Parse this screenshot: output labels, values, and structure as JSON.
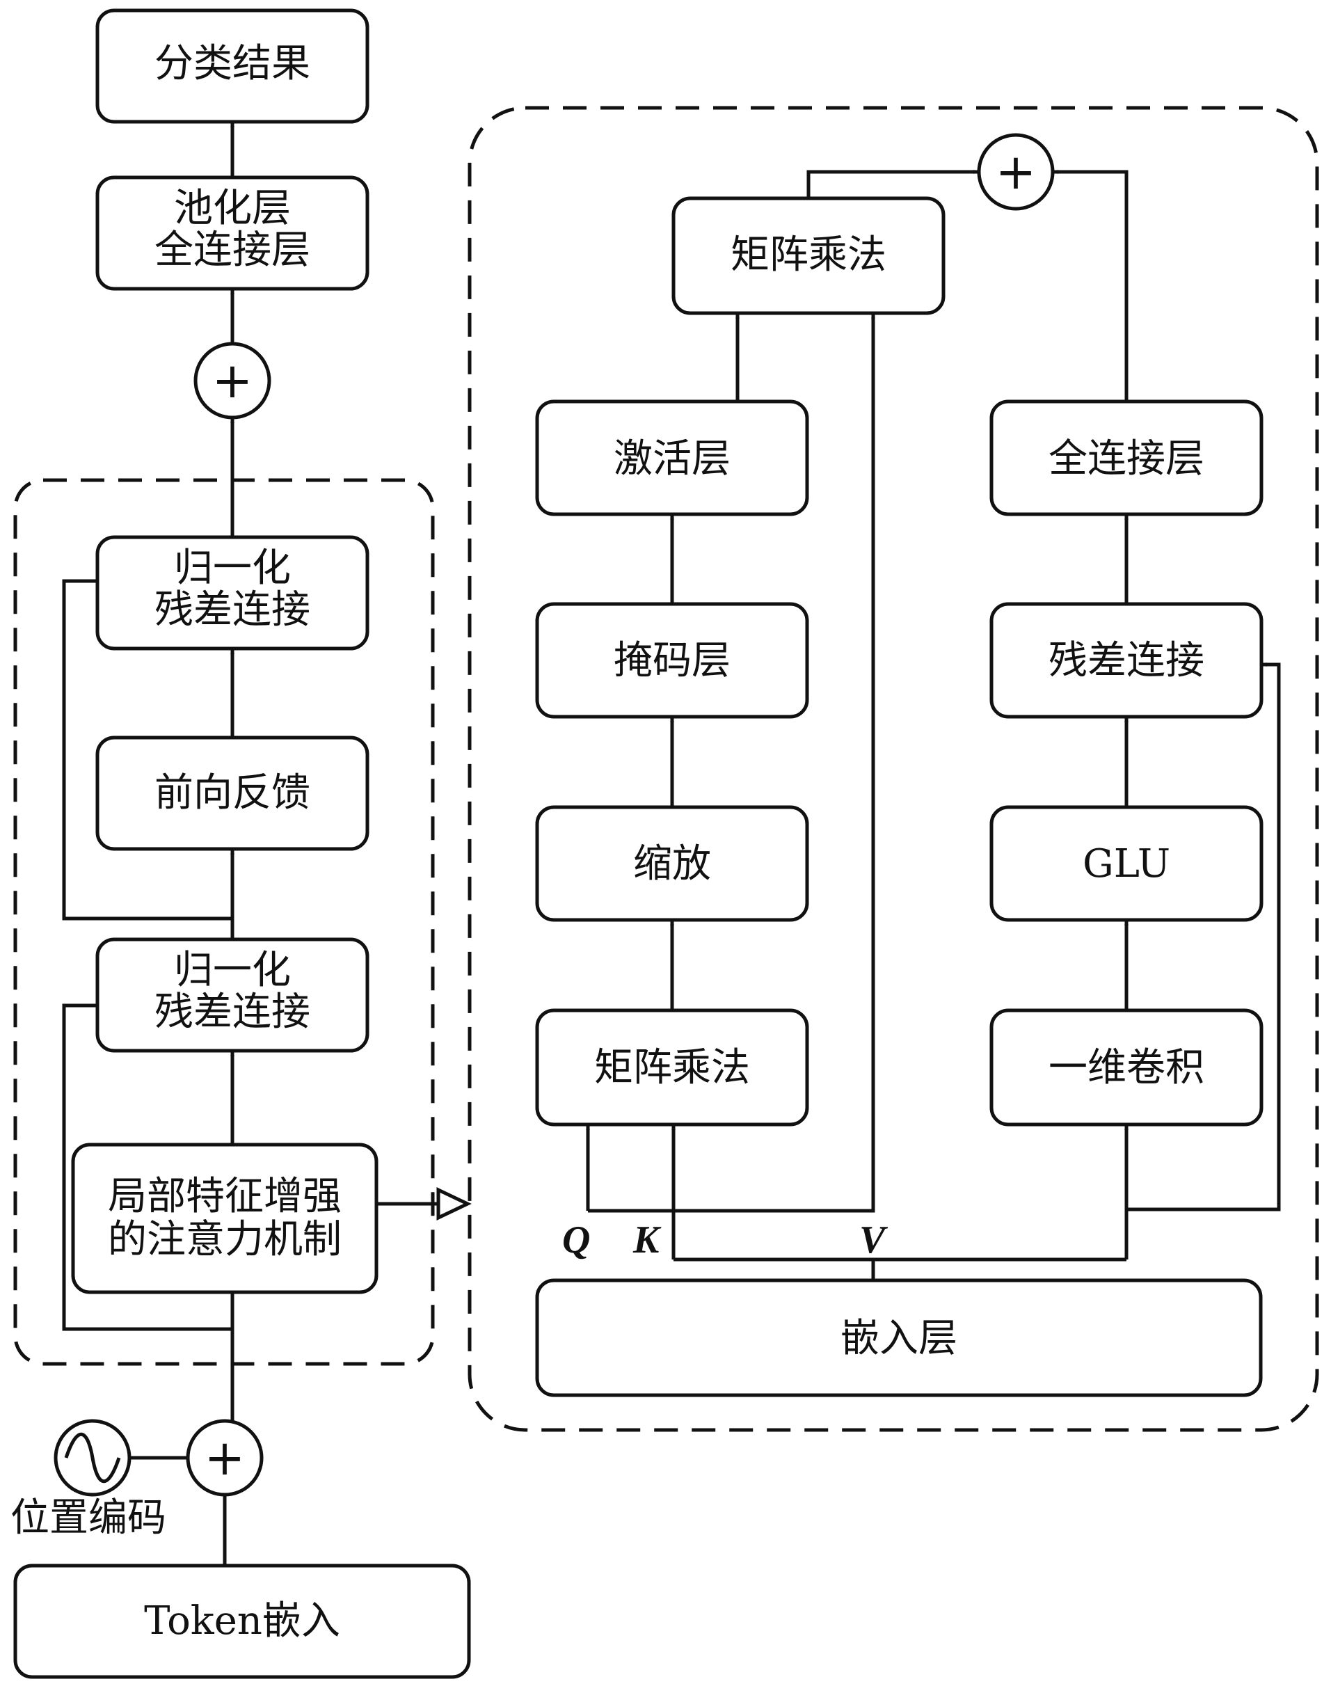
{
  "diagram": {
    "left": {
      "classification_result": "分类结果",
      "pooling_fc": [
        "池化层",
        "全连接层"
      ],
      "norm_residual_top": [
        "归一化",
        "残差连接"
      ],
      "feed_forward": "前向反馈",
      "norm_residual_bottom": [
        "归一化",
        "残差连接"
      ],
      "local_attention": [
        "局部特征增强",
        "的注意力机制"
      ],
      "positional_encoding": "位置编码",
      "token_embedding": "Token嵌入"
    },
    "right": {
      "matmul_top": "矩阵乘法",
      "activation": "激活层",
      "mask": "掩码层",
      "scale": "缩放",
      "matmul_bottom": "矩阵乘法",
      "fc": "全连接层",
      "residual": "残差连接",
      "glu": "GLU",
      "conv1d": "一维卷积",
      "embedding": "嵌入层",
      "q": "Q",
      "k": "K",
      "v": "V"
    },
    "plus_symbol": "+"
  }
}
